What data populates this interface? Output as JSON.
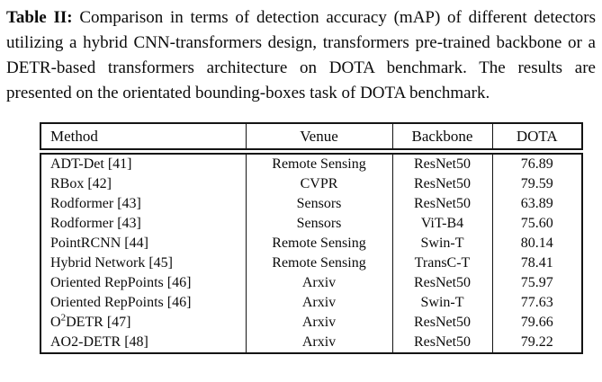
{
  "caption": {
    "label": "Table II:",
    "text": "Comparison in terms of detection accuracy (mAP) of different detectors utilizing a hybrid CNN-transformers design, transformers pre-trained backbone or a DETR-based transformers architecture on DOTA benchmark. The results are presented on the orientated bounding-boxes task of DOTA benchmark."
  },
  "table": {
    "columns": [
      "Method",
      "Venue",
      "Backbone",
      "DOTA"
    ],
    "rows": [
      {
        "method": "ADT-Det [41]",
        "venue": "Remote Sensing",
        "backbone": "ResNet50",
        "dota": "76.89"
      },
      {
        "method": "RBox [42]",
        "venue": "CVPR",
        "backbone": "ResNet50",
        "dota": "79.59"
      },
      {
        "method": "Rodformer [43]",
        "venue": "Sensors",
        "backbone": "ResNet50",
        "dota": "63.89"
      },
      {
        "method": "Rodformer [43]",
        "venue": "Sensors",
        "backbone": "ViT-B4",
        "dota": "75.60"
      },
      {
        "method": "PointRCNN [44]",
        "venue": "Remote Sensing",
        "backbone": "Swin-T",
        "dota": "80.14"
      },
      {
        "method": "Hybrid Network [45]",
        "venue": "Remote Sensing",
        "backbone": "TransC-T",
        "dota": "78.41"
      },
      {
        "method": "Oriented RepPoints [46]",
        "venue": "Arxiv",
        "backbone": "ResNet50",
        "dota": "75.97"
      },
      {
        "method": "Oriented RepPoints [46]",
        "venue": "Arxiv",
        "backbone": "Swin-T",
        "dota": "77.63"
      },
      {
        "method_base": "O",
        "method_sup": "2",
        "method_tail": "DETR [47]",
        "venue": "Arxiv",
        "backbone": "ResNet50",
        "dota": "79.66"
      },
      {
        "method": "AO2-DETR [48]",
        "venue": "Arxiv",
        "backbone": "ResNet50",
        "dota": "79.22"
      }
    ]
  }
}
